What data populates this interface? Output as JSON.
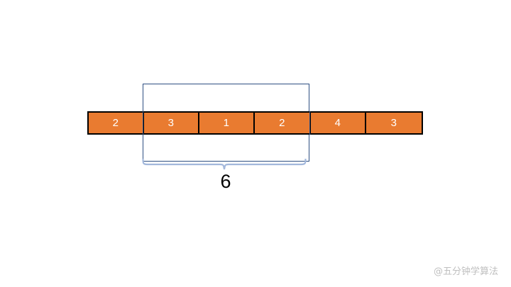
{
  "diagram": {
    "title_text": "",
    "array": {
      "name": "array-bar",
      "cells": [
        {
          "value": "2",
          "highlighted": false
        },
        {
          "value": "3",
          "highlighted": true
        },
        {
          "value": "1",
          "highlighted": true
        },
        {
          "value": "2",
          "highlighted": true
        },
        {
          "value": "4",
          "highlighted": false
        },
        {
          "value": "3",
          "highlighted": false
        }
      ]
    },
    "window": {
      "label": "sliding-window",
      "start_index": 1,
      "end_index": 3,
      "sum_label": "6"
    },
    "colors": {
      "cell_fill": "#E97B30",
      "cell_border": "#000000",
      "cell_text": "#FFFFFF",
      "window_border": "#2E4F82",
      "brace": "#A3B8DC",
      "sum_text": "#000000",
      "watermark_text": "#BFBFBF",
      "background": "#FFFFFF"
    }
  },
  "watermark": {
    "text": "@五分钟学算法"
  }
}
